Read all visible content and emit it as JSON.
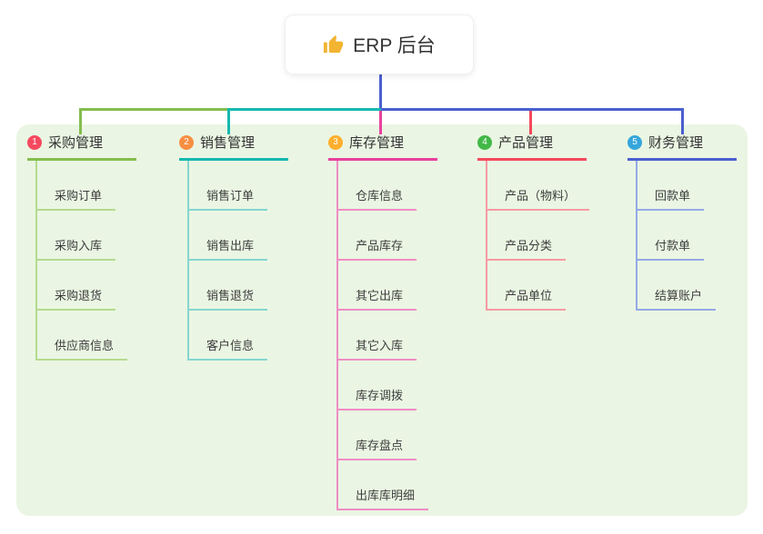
{
  "root": {
    "title": "ERP 后台",
    "icon": "thumbs-up",
    "icon_color": "#f2b431",
    "trunk_color": "#4a5fd0"
  },
  "panel": {
    "background": "#eaf6e3"
  },
  "branches": [
    {
      "number": "1",
      "title": "采购管理",
      "badge_color": "#f5495f",
      "line_color": "#84bd4e",
      "child_line_color": "#b4da8e",
      "children": [
        "采购订单",
        "采购入库",
        "采购退货",
        "供应商信息"
      ]
    },
    {
      "number": "2",
      "title": "销售管理",
      "badge_color": "#f78f42",
      "line_color": "#16b8b0",
      "child_line_color": "#85d6d0",
      "children": [
        "销售订单",
        "销售出库",
        "销售退货",
        "客户信息"
      ]
    },
    {
      "number": "3",
      "title": "库存管理",
      "badge_color": "#ffaf2e",
      "line_color": "#e8419e",
      "child_line_color": "#f08cc5",
      "children": [
        "仓库信息",
        "产品库存",
        "其它出库",
        "其它入库",
        "库存调拨",
        "库存盘点",
        "出库库明细"
      ]
    },
    {
      "number": "4",
      "title": "产品管理",
      "badge_color": "#43b848",
      "line_color": "#f4495c",
      "child_line_color": "#f79aa4",
      "children": [
        "产品（物料）",
        "产品分类",
        "产品单位"
      ]
    },
    {
      "number": "5",
      "title": "财务管理",
      "badge_color": "#36a6dc",
      "line_color": "#4a5fd0",
      "child_line_color": "#94a9e6",
      "children": [
        "回款单",
        "付款单",
        "结算账户"
      ]
    }
  ]
}
